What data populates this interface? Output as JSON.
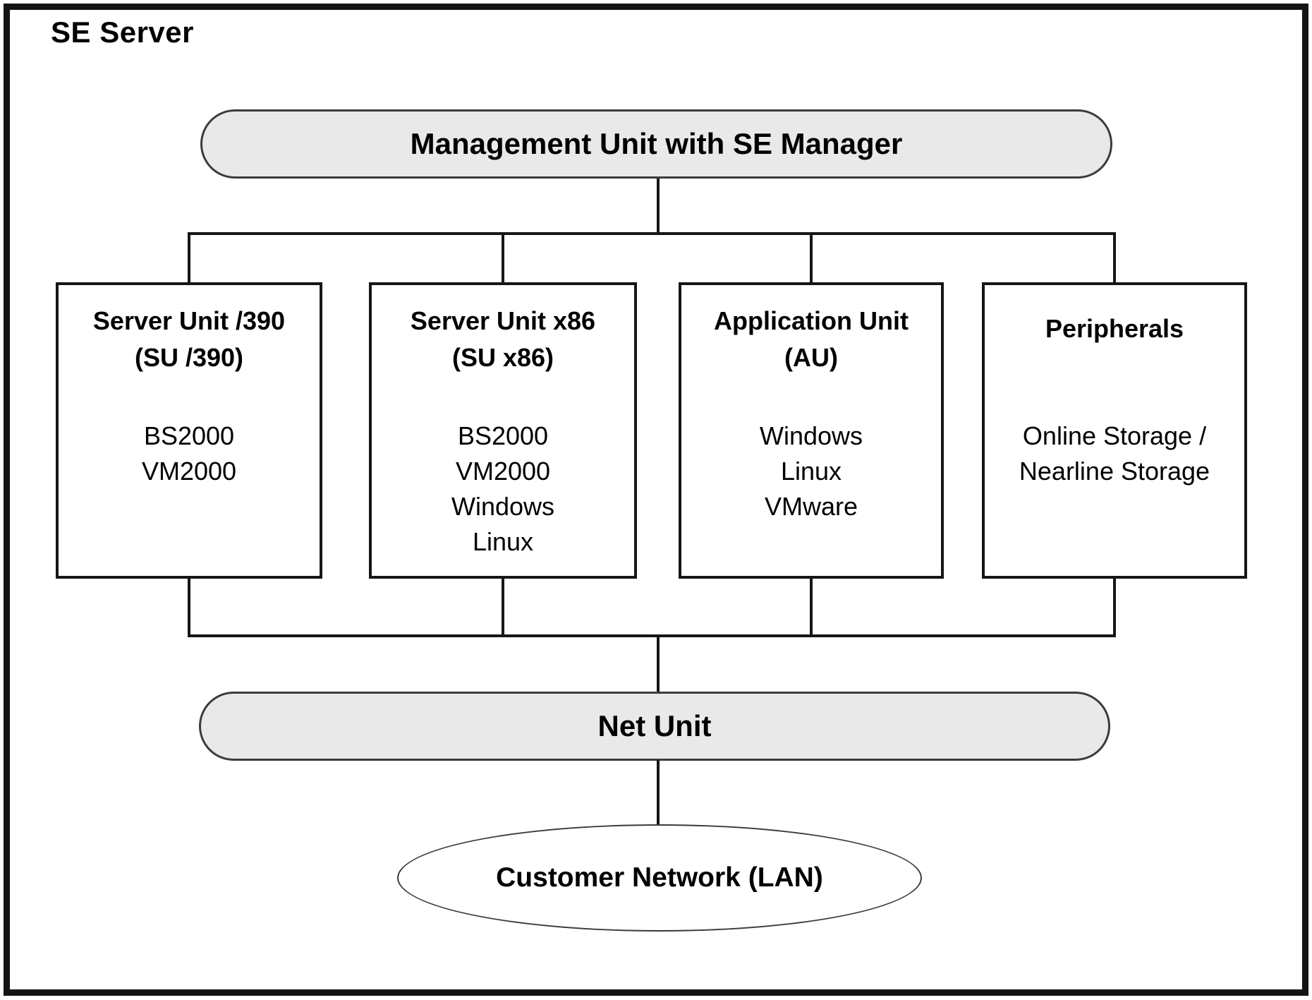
{
  "diagram": {
    "frame_label": "SE Server",
    "management_unit": {
      "label": "Management Unit with SE Manager"
    },
    "units": [
      {
        "title_lines": [
          "Server Unit /390",
          "(SU /390)"
        ],
        "items": [
          "BS2000",
          "VM2000"
        ]
      },
      {
        "title_lines": [
          "Server Unit x86",
          "(SU x86)"
        ],
        "items": [
          "BS2000",
          "VM2000",
          "Windows",
          "Linux"
        ]
      },
      {
        "title_lines": [
          "Application Unit",
          "(AU)"
        ],
        "items": [
          "Windows",
          "Linux",
          "VMware"
        ]
      },
      {
        "title_lines": [
          "Peripherals"
        ],
        "items": [
          "Online Storage /",
          "Nearline Storage"
        ]
      }
    ],
    "net_unit": {
      "label": "Net Unit"
    },
    "customer_network": {
      "label": "Customer Network (LAN)"
    },
    "colors": {
      "pill_fill": "#e9e9e9",
      "line": "#161616",
      "box_fill": "#ffffff",
      "text": "#000000"
    }
  }
}
